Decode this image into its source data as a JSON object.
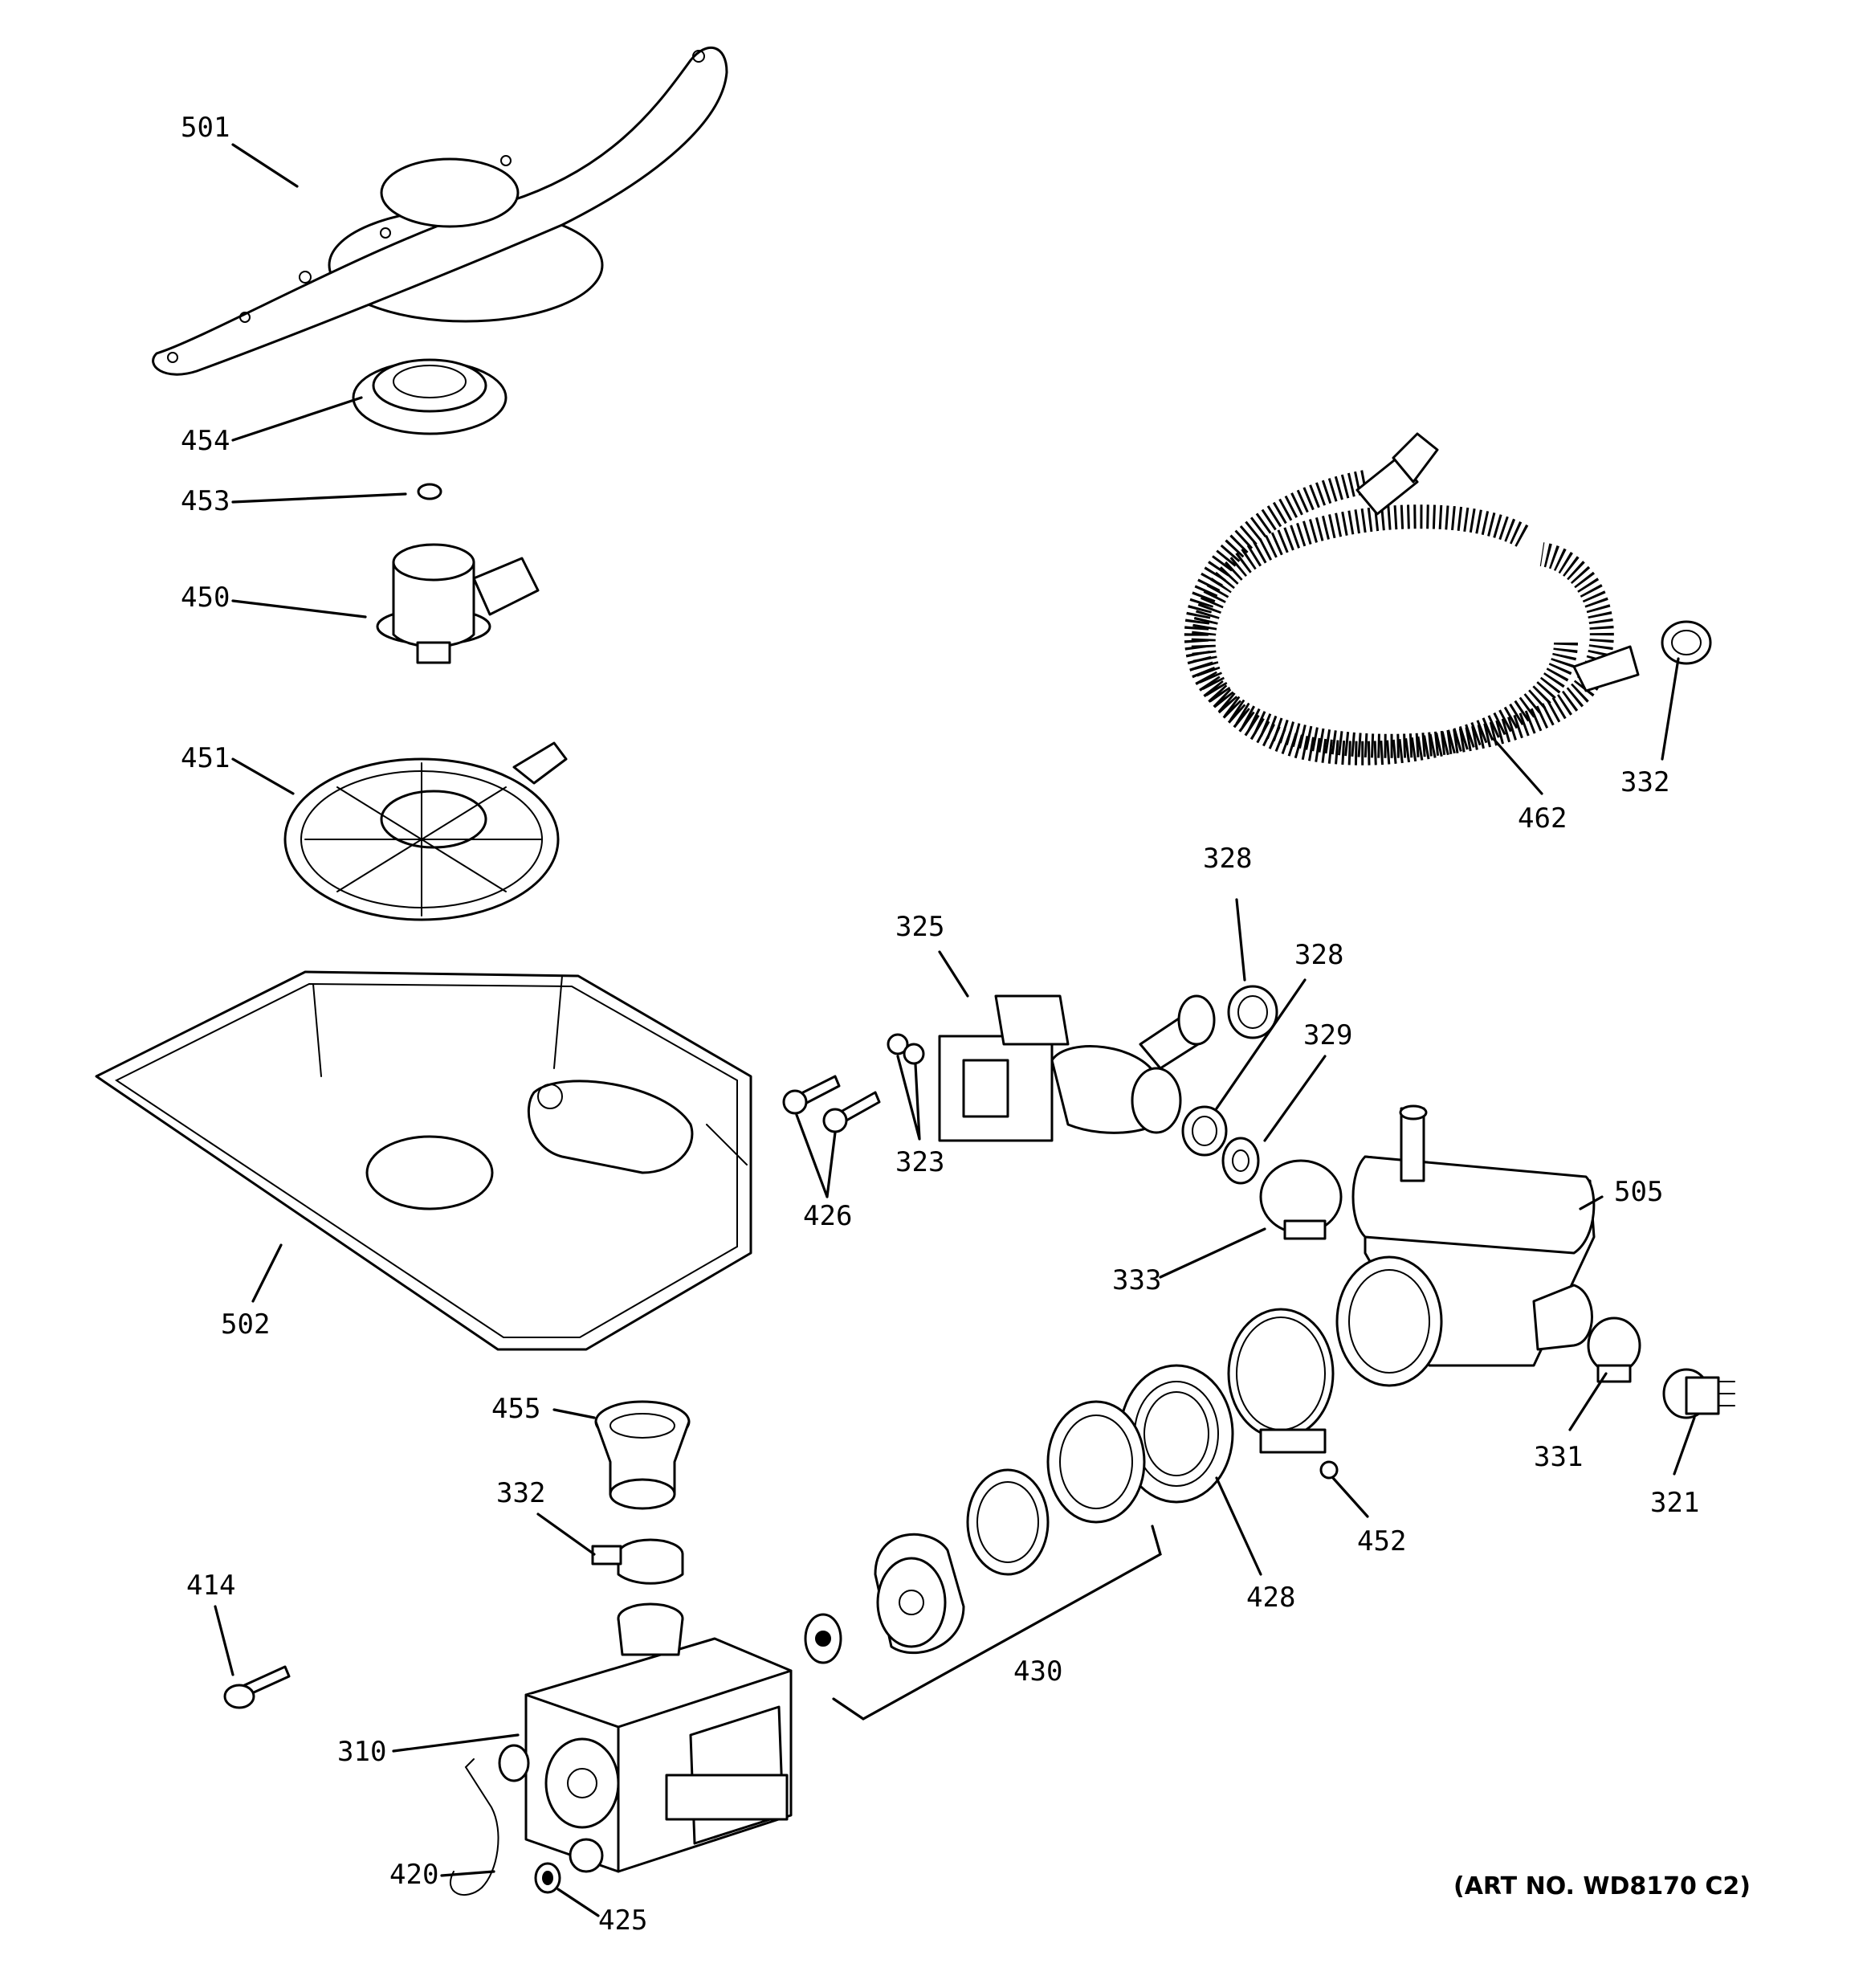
{
  "callouts": {
    "c501": "501",
    "c454": "454",
    "c453": "453",
    "c450": "450",
    "c451": "451",
    "c502": "502",
    "c462": "462",
    "c332a": "332",
    "c328a": "328",
    "c328b": "328",
    "c325": "325",
    "c329": "329",
    "c426": "426",
    "c323": "323",
    "c333": "333",
    "c505": "505",
    "c455": "455",
    "c332b": "332",
    "c414": "414",
    "c310": "310",
    "c420": "420",
    "c425": "425",
    "c430": "430",
    "c428": "428",
    "c452": "452",
    "c331": "331",
    "c321": "321"
  },
  "art_number": "(ART NO. WD8170 C2)"
}
